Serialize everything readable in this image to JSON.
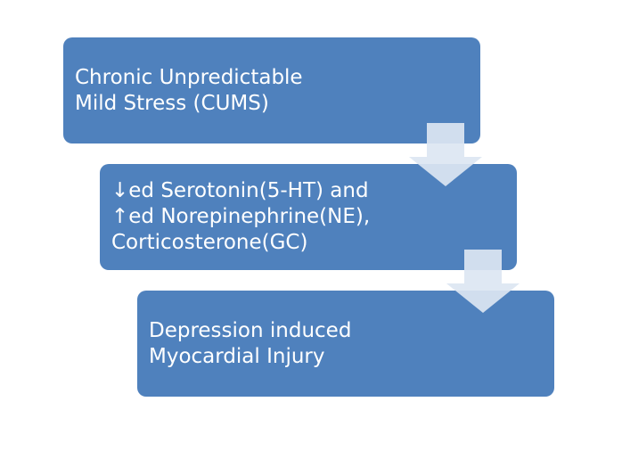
{
  "steps": [
    {
      "text": "Chronic Unpredictable\nMild Stress (CUMS)"
    },
    {
      "text": "↓ed Serotonin(5-HT) and\n↑ed Norepinephrine(NE),\nCorticosterone(GC)"
    },
    {
      "text": "Depression induced\nMyocardial Injury"
    }
  ],
  "colors": {
    "box_fill": "#4f81bd",
    "box_text": "#ffffff",
    "arrow_fill": "#dce6f2"
  }
}
